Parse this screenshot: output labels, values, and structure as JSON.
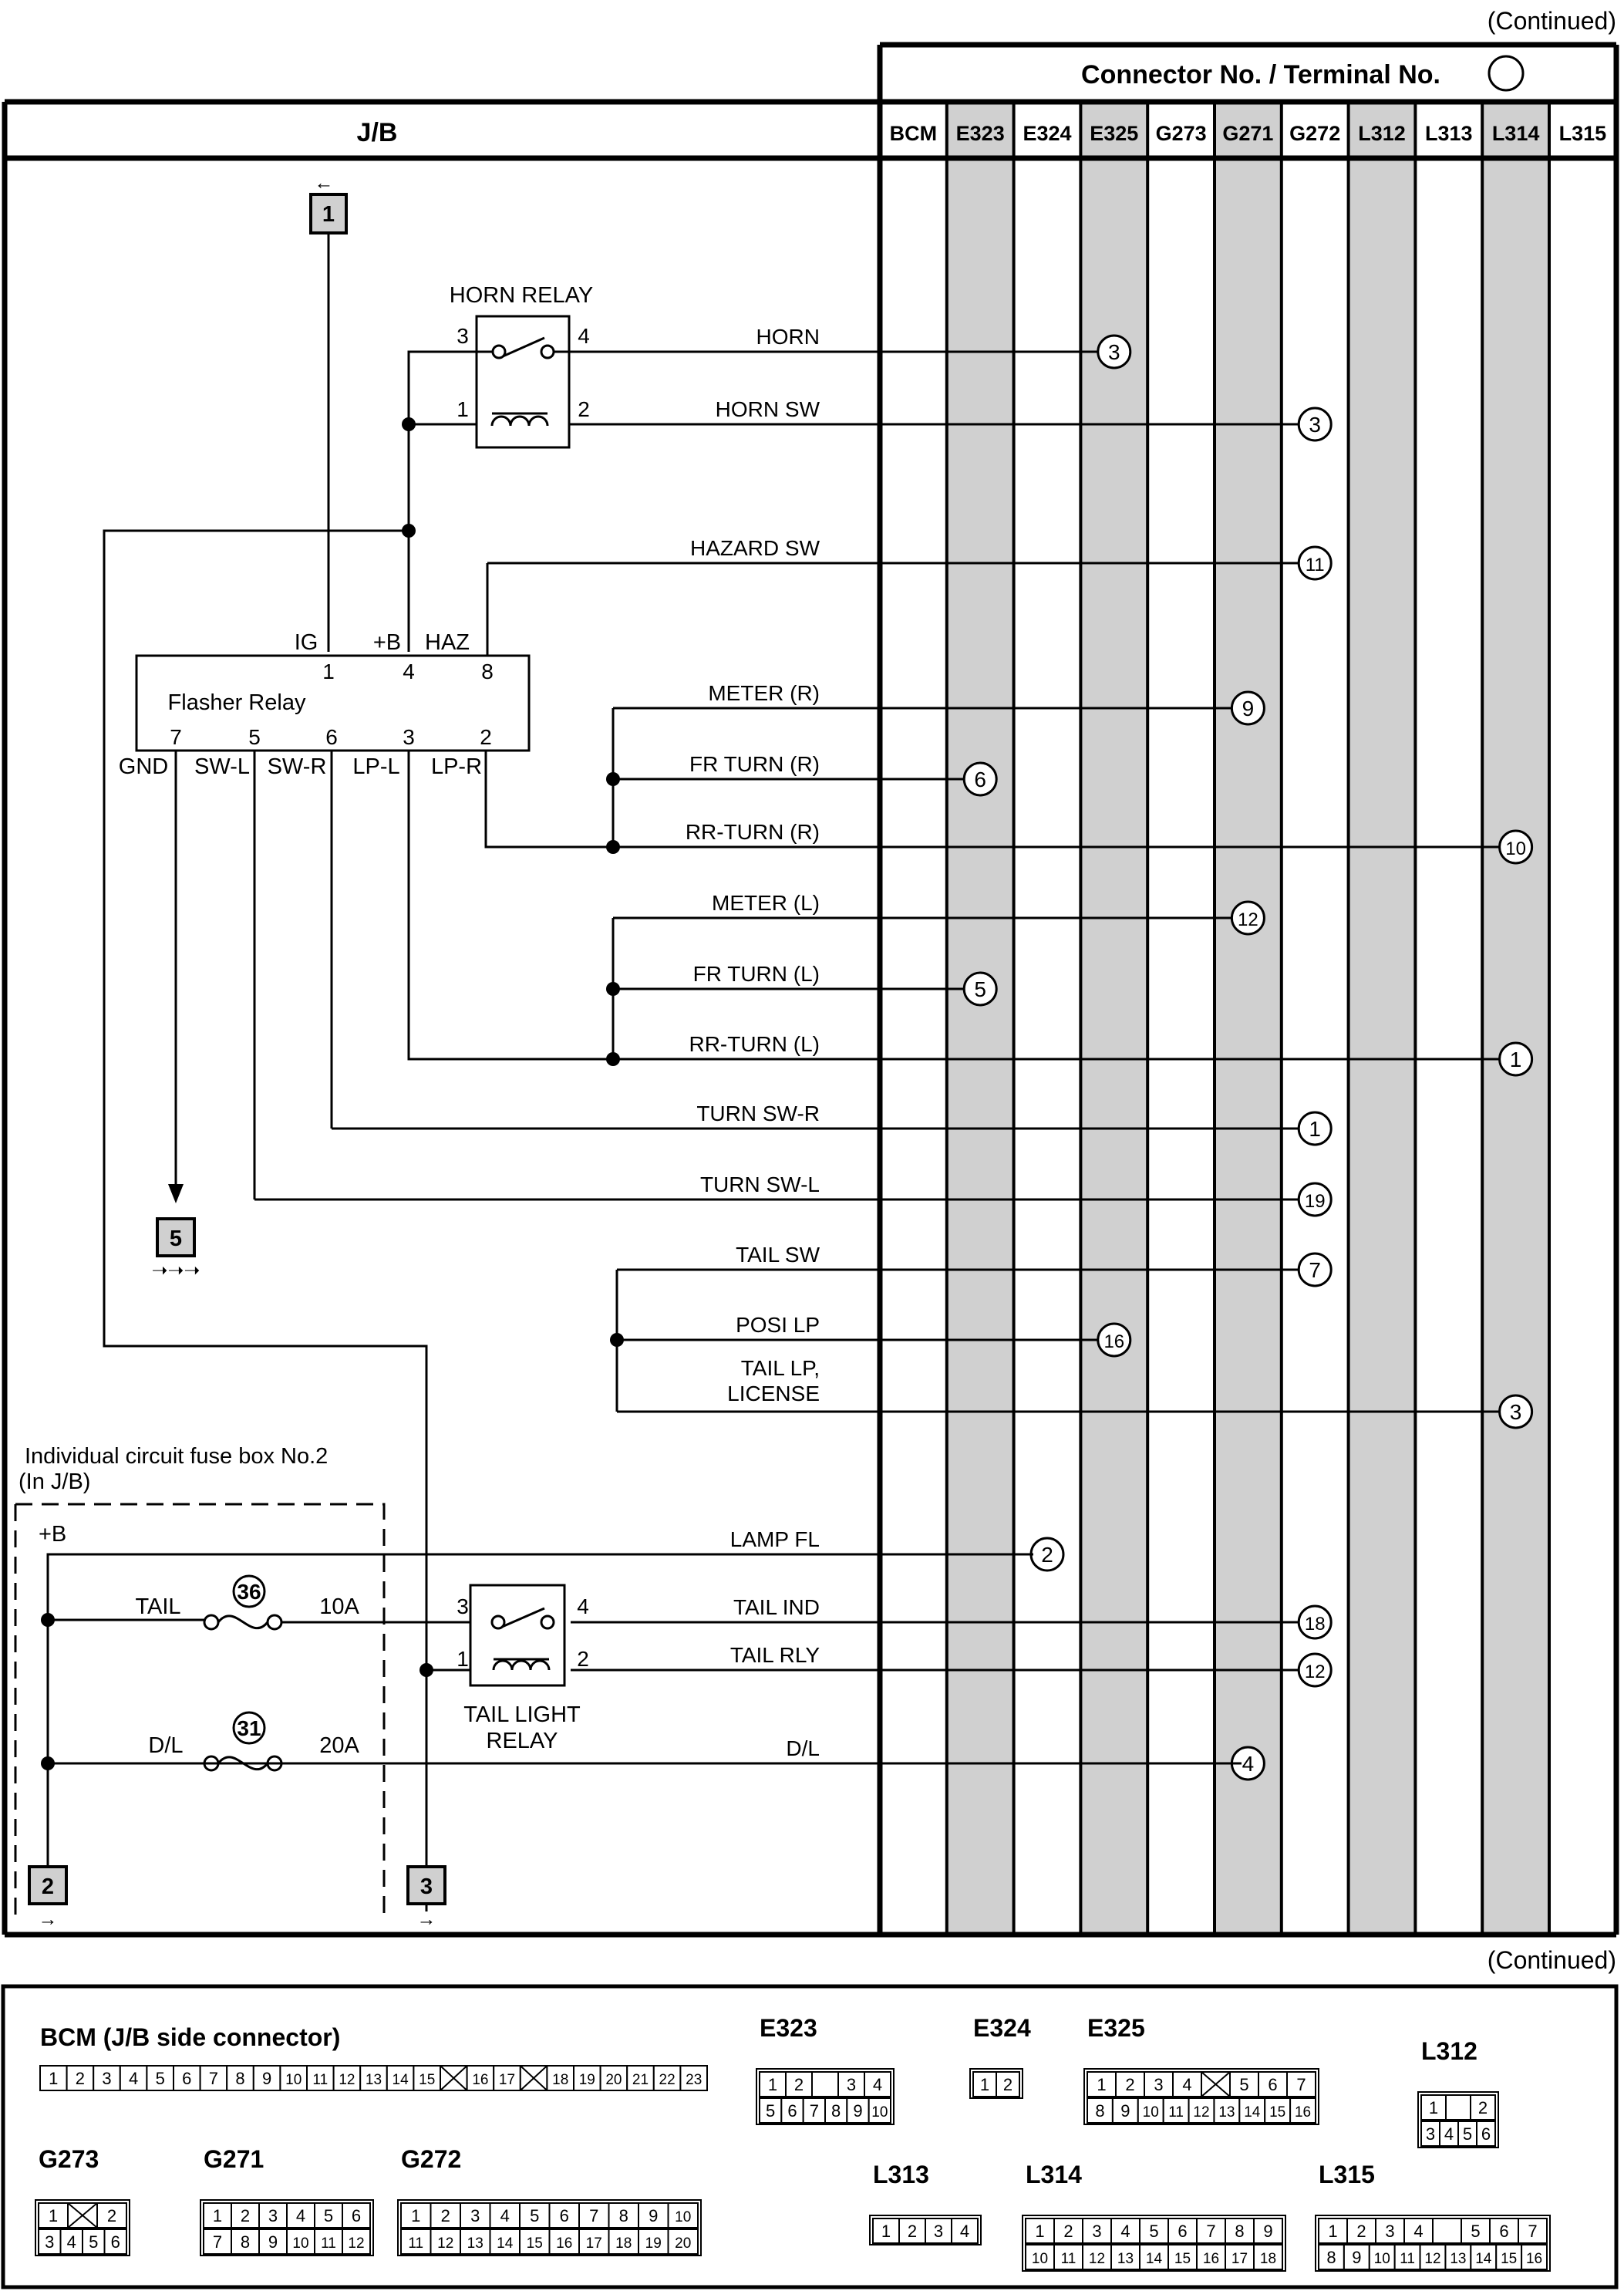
{
  "header": {
    "continued_top": "(Continued)",
    "continued_bottom": "(Continued)",
    "connector_title": "Connector No. / Terminal No.",
    "jb_title": "J/B"
  },
  "columns": [
    "BCM",
    "E323",
    "E324",
    "E325",
    "G273",
    "G271",
    "G272",
    "L312",
    "L313",
    "L314",
    "L315"
  ],
  "shaded_columns": [
    "E323",
    "E325",
    "G271",
    "L312",
    "L314"
  ],
  "relays": {
    "horn": {
      "name": "HORN RELAY",
      "pins": [
        "3",
        "4",
        "1",
        "2"
      ]
    },
    "flasher": {
      "name": "Flasher Relay",
      "top_labels": [
        "IG",
        "+B",
        "HAZ"
      ],
      "top_pins": [
        "1",
        "4",
        "8"
      ],
      "bottom_pins": [
        "7",
        "5",
        "6",
        "3",
        "2"
      ],
      "bottom_labels": [
        "GND",
        "SW-L",
        "SW-R",
        "LP-L",
        "LP-R"
      ]
    },
    "tail": {
      "name_line1": "TAIL LIGHT",
      "name_line2": "RELAY",
      "pins": [
        "3",
        "4",
        "1",
        "2"
      ]
    }
  },
  "fuse_box": {
    "title_line1": "Individual circuit fuse box No.2",
    "title_line2": "(In J/B)",
    "supply": "+B",
    "fuses": [
      {
        "name": "TAIL",
        "number": "36",
        "rating": "10A"
      },
      {
        "name": "D/L",
        "number": "31",
        "rating": "20A"
      }
    ]
  },
  "off_page": {
    "c1": "1",
    "c2": "2",
    "c3": "3",
    "c5": "5"
  },
  "signals": [
    {
      "label": "HORN",
      "column": "E325",
      "terminal": "3"
    },
    {
      "label": "HORN SW",
      "column": "G272",
      "terminal": "3"
    },
    {
      "label": "HAZARD SW",
      "column": "G272",
      "terminal": "11"
    },
    {
      "label": "METER (R)",
      "column": "G271",
      "terminal": "9"
    },
    {
      "label": "FR TURN (R)",
      "column": "E323",
      "terminal": "6"
    },
    {
      "label": "RR-TURN (R)",
      "column": "L314",
      "terminal": "10"
    },
    {
      "label": "METER (L)",
      "column": "G271",
      "terminal": "12"
    },
    {
      "label": "FR TURN (L)",
      "column": "E323",
      "terminal": "5"
    },
    {
      "label": "RR-TURN (L)",
      "column": "L314",
      "terminal": "1"
    },
    {
      "label": "TURN SW-R",
      "column": "G272",
      "terminal": "1"
    },
    {
      "label": "TURN SW-L",
      "column": "G272",
      "terminal": "19"
    },
    {
      "label": "TAIL SW",
      "column": "G272",
      "terminal": "7"
    },
    {
      "label": "POSI LP",
      "column": "E325",
      "terminal": "16"
    },
    {
      "label": "TAIL LP,",
      "label2": "LICENSE",
      "column": "L314",
      "terminal": "3"
    },
    {
      "label": "LAMP FL",
      "column": "E324",
      "terminal": "2"
    },
    {
      "label": "TAIL IND",
      "column": "G272",
      "terminal": "18"
    },
    {
      "label": "TAIL RLY",
      "column": "G272",
      "terminal": "12"
    },
    {
      "label": "D/L",
      "column": "G271",
      "terminal": "4"
    }
  ],
  "connectors": {
    "bcm_title": "BCM (J/B side connector)",
    "bcm_row": [
      "1",
      "2",
      "3",
      "4",
      "5",
      "6",
      "7",
      "8",
      "9",
      "10",
      "11",
      "12",
      "13",
      "14",
      "15",
      "X",
      "16",
      "17",
      "X",
      "18",
      "19",
      "20",
      "21",
      "22",
      "23"
    ],
    "e323": {
      "title": "E323",
      "top": [
        "1",
        "2",
        "",
        "3",
        "4"
      ],
      "bottom": [
        "5",
        "6",
        "7",
        "8",
        "9",
        "10"
      ]
    },
    "e324": {
      "title": "E324",
      "top": [
        "1",
        "2"
      ]
    },
    "e325": {
      "title": "E325",
      "top": [
        "1",
        "2",
        "3",
        "4",
        "X",
        "5",
        "6",
        "7"
      ],
      "bottom": [
        "8",
        "9",
        "10",
        "11",
        "12",
        "13",
        "14",
        "15",
        "16"
      ]
    },
    "l312": {
      "title": "L312",
      "top": [
        "1",
        "",
        "2"
      ],
      "bottom": [
        "3",
        "4",
        "5",
        "6"
      ]
    },
    "g273": {
      "title": "G273",
      "top": [
        "1",
        "X",
        "2"
      ],
      "bottom": [
        "3",
        "4",
        "5",
        "6"
      ]
    },
    "g271": {
      "title": "G271",
      "top": [
        "1",
        "2",
        "3",
        "4",
        "5",
        "6"
      ],
      "bottom": [
        "7",
        "8",
        "9",
        "10",
        "11",
        "12"
      ]
    },
    "g272": {
      "title": "G272",
      "top": [
        "1",
        "2",
        "3",
        "4",
        "5",
        "6",
        "7",
        "8",
        "9",
        "10"
      ],
      "bottom": [
        "11",
        "12",
        "13",
        "14",
        "15",
        "16",
        "17",
        "18",
        "19",
        "20"
      ]
    },
    "l313": {
      "title": "L313",
      "top": [
        "1",
        "2",
        "3",
        "4"
      ]
    },
    "l314": {
      "title": "L314",
      "top": [
        "1",
        "2",
        "3",
        "4",
        "5",
        "6",
        "7",
        "8",
        "9"
      ],
      "bottom": [
        "10",
        "11",
        "12",
        "13",
        "14",
        "15",
        "16",
        "17",
        "18"
      ]
    },
    "l315": {
      "title": "L315",
      "top": [
        "1",
        "2",
        "3",
        "4",
        "",
        "5",
        "6",
        "7"
      ],
      "bottom": [
        "8",
        "9",
        "10",
        "11",
        "12",
        "13",
        "14",
        "15",
        "16"
      ]
    }
  }
}
